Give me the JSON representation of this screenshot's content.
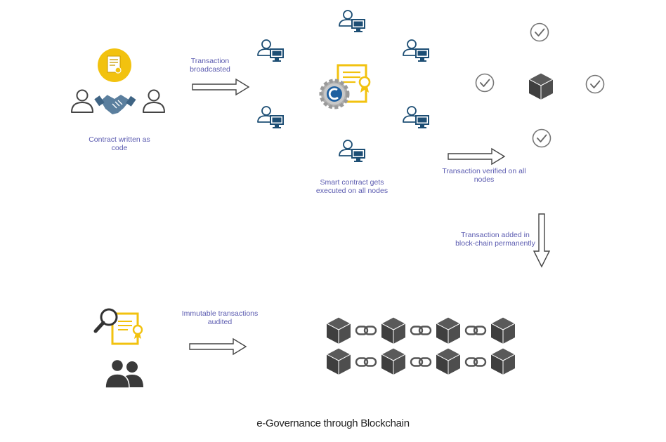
{
  "labels": {
    "contract": "Contract written as code",
    "broadcast": "Transaction broadcasted",
    "executed": "Smart contract gets executed on all nodes",
    "verified": "Transaction verified on all nodes",
    "added": "Transaction added in block-chain permanently",
    "audited": "Immutable transactions audited"
  },
  "caption": "e-Governance through Blockchain",
  "colors": {
    "label": "#5b5bb0",
    "gold": "#f2c20f",
    "node_blue": "#1d4e74",
    "block_dark": "#4a4a4a",
    "check_gray": "#777777"
  },
  "icons": [
    "certificate-icon",
    "person-icon",
    "handshake-icon",
    "arrow-right-icon",
    "node-computer-icon",
    "smart-contract-gear-icon",
    "check-circle-icon",
    "cube-icon",
    "arrow-down-icon",
    "magnifier-icon",
    "document-icon",
    "group-icon",
    "chain-link-icon"
  ]
}
